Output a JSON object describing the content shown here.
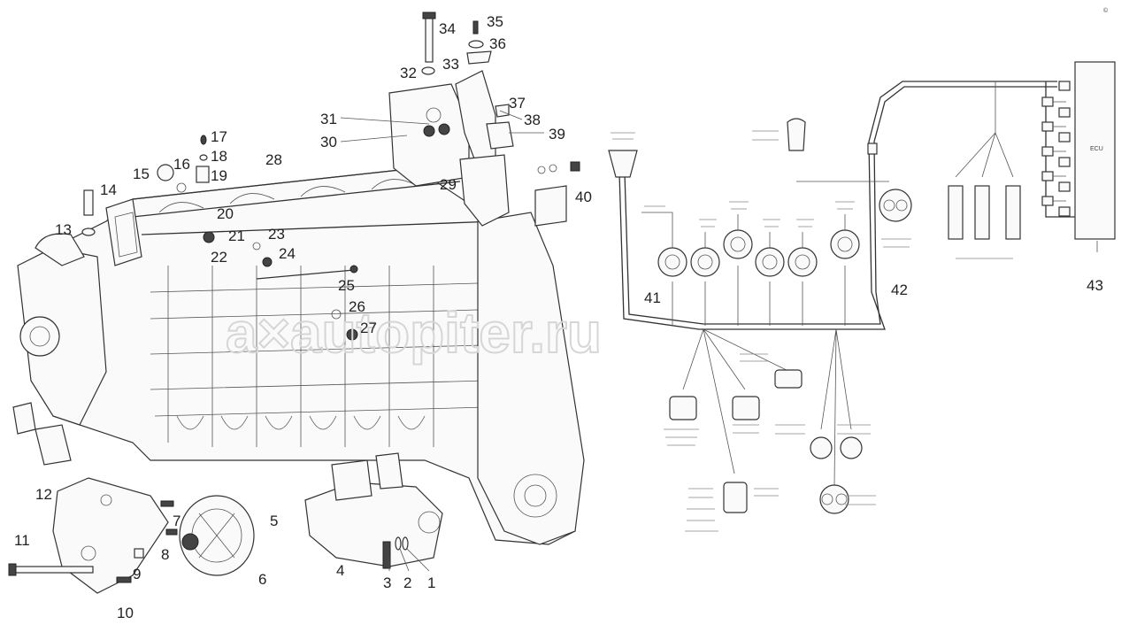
{
  "watermark": "a×autopiter.ru",
  "corner_mark": "©",
  "callouts": [
    "1",
    "2",
    "3",
    "4",
    "5",
    "6",
    "7",
    "8",
    "9",
    "10",
    "11",
    "12",
    "13",
    "14",
    "15",
    "16",
    "17",
    "18",
    "19",
    "20",
    "21",
    "22",
    "23",
    "24",
    "25",
    "26",
    "27",
    "28",
    "29",
    "30",
    "31",
    "32",
    "33",
    "34",
    "35",
    "36",
    "37",
    "38",
    "39",
    "40",
    "41",
    "42",
    "43"
  ],
  "ecu_label": "ECU"
}
